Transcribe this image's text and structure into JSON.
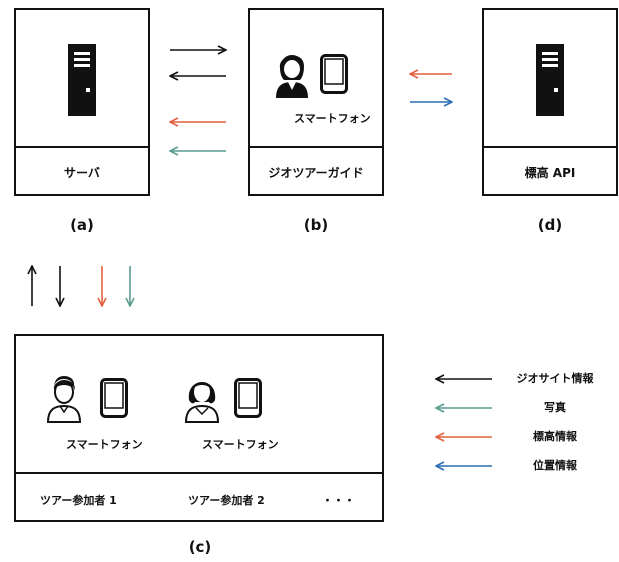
{
  "server": {
    "label": "サーバ",
    "letter": "(a)"
  },
  "guide": {
    "device": "スマートフォン",
    "label": "ジオツアーガイド",
    "letter": "(b)"
  },
  "elevation_api": {
    "label": "標高 API",
    "letter": "(d)"
  },
  "participants": {
    "letter": "(c)",
    "p1_device": "スマートフォン",
    "p2_device": "スマートフォン",
    "p1_label": "ツアー参加者 1",
    "p2_label": "ツアー参加者 2",
    "ellipsis": "・・・"
  },
  "legend": [
    {
      "label": "ジオサイト情報",
      "color": "#111111"
    },
    {
      "label": "写真",
      "color": "#5a9b91"
    },
    {
      "label": "標高情報",
      "color": "#e4603e"
    },
    {
      "label": "位置情報",
      "color": "#2c6fb5"
    }
  ],
  "colors": {
    "geosite": "#111111",
    "photo": "#5a9b91",
    "elevation": "#e4603e",
    "location": "#2c6fb5"
  }
}
